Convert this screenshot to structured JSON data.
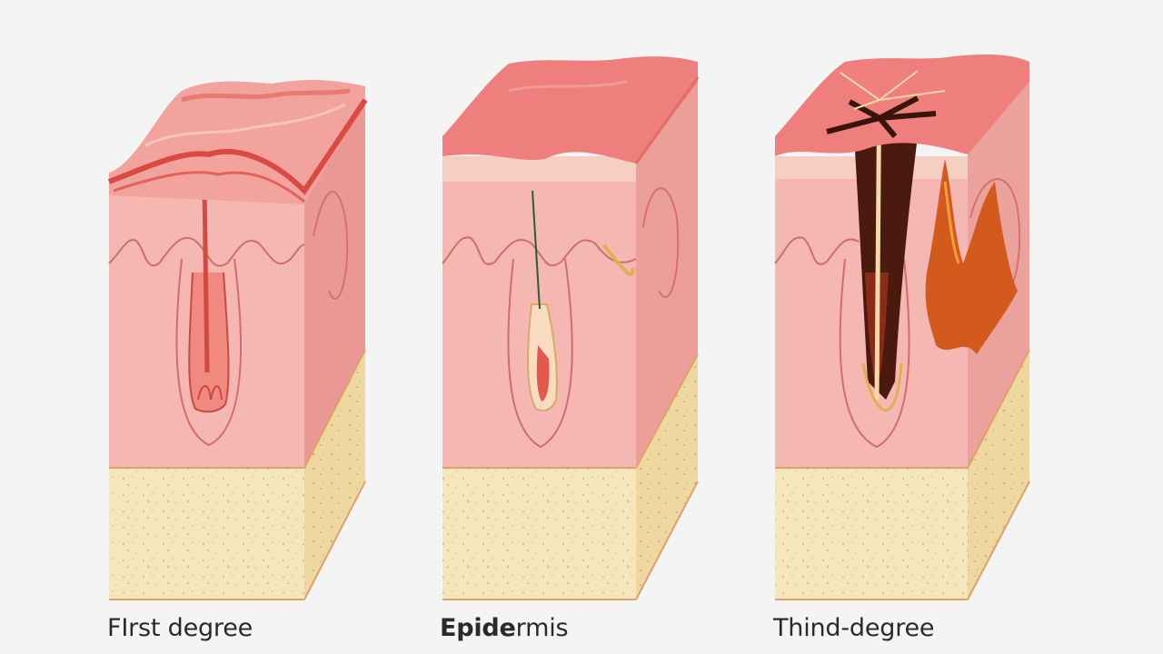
{
  "panels": [
    {
      "id": "first-degree",
      "caption": "FIrst degree"
    },
    {
      "id": "second-degree",
      "caption_bold": "Epide",
      "caption_rest": "rmis"
    },
    {
      "id": "third-degree",
      "caption": "Thind-degree"
    }
  ],
  "colors": {
    "background": "#f4f4f4",
    "epidermis_top": "#ee7f7d",
    "dermis": "#f4b2ad",
    "dermis_side": "#e8908d",
    "subcutaneous_fat": "#f5e6bc",
    "fat_side": "#efd8a0",
    "burn_red": "#d8463f",
    "char_dark": "#4a1a0e",
    "char_orange": "#d25a1c"
  },
  "icons": {
    "hair_follicle": "hair-follicle-icon",
    "burn_char": "charred-tissue-icon"
  }
}
